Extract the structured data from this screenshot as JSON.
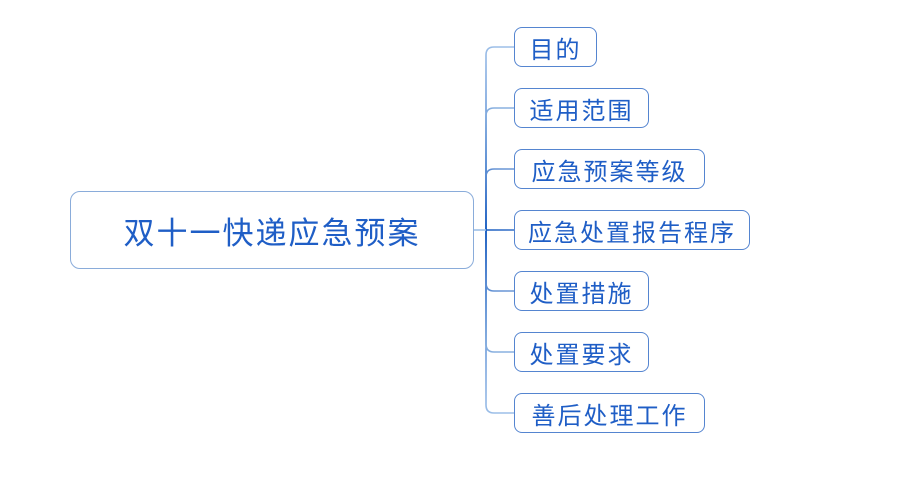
{
  "diagram": {
    "type": "mindmap",
    "root": {
      "label": "双十一快递应急预案"
    },
    "children": [
      {
        "label": "目的"
      },
      {
        "label": "适用范围"
      },
      {
        "label": "应急预案等级"
      },
      {
        "label": "应急处置报告程序"
      },
      {
        "label": "处置措施"
      },
      {
        "label": "处置要求"
      },
      {
        "label": "善后处理工作"
      }
    ],
    "colors": {
      "line_dark": "#1b5fc2",
      "line_dark2": "#3570c8",
      "line_mid": "#6b97d6",
      "line_soft": "#8ab1e0",
      "line_light": "#9dbfe8",
      "node_border": "#5585d0",
      "root_border": "#8aacda",
      "text": "#1f5ec6",
      "bg": "#ffffff"
    }
  }
}
